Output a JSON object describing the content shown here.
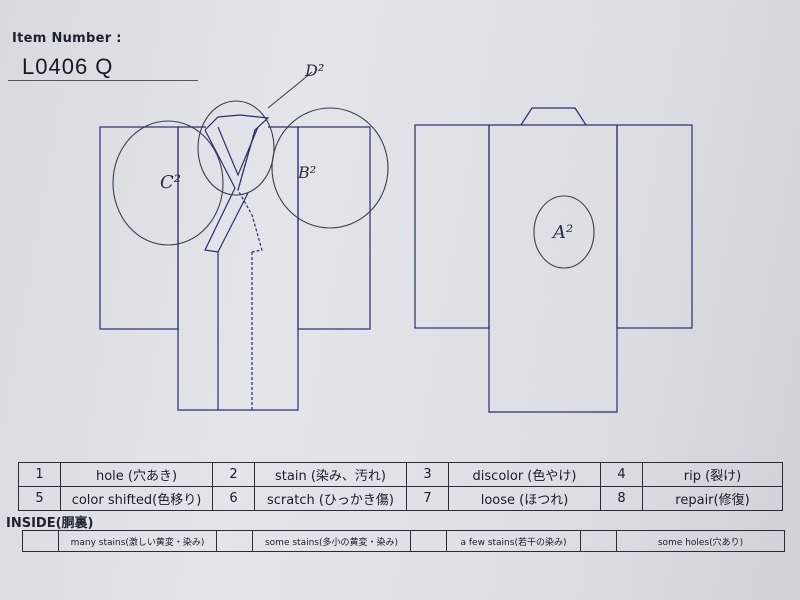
{
  "header": {
    "item_number_label": "Item Number :",
    "item_number_value": "L0406   Q"
  },
  "annotations": {
    "d": "D²",
    "c": "C²",
    "b": "B²",
    "a": "A²"
  },
  "defects": [
    {
      "num": "1",
      "label": "hole (穴あき)"
    },
    {
      "num": "2",
      "label": "stain (染み、汚れ)"
    },
    {
      "num": "3",
      "label": "discolor (色やけ)"
    },
    {
      "num": "4",
      "label": "rip (裂け)"
    },
    {
      "num": "5",
      "label": "color shifted(色移り)"
    },
    {
      "num": "6",
      "label": "scratch (ひっかき傷)"
    },
    {
      "num": "7",
      "label": "loose (ほつれ)"
    },
    {
      "num": "8",
      "label": "repair(修復)"
    }
  ],
  "inside": {
    "title": "INSIDE(胴裏)",
    "options": [
      "many stains(激しい黄変・染み)",
      "some stains(多小の黄変・染み)",
      "a few stains(若干の染み)",
      "some holes(穴あり)"
    ]
  }
}
